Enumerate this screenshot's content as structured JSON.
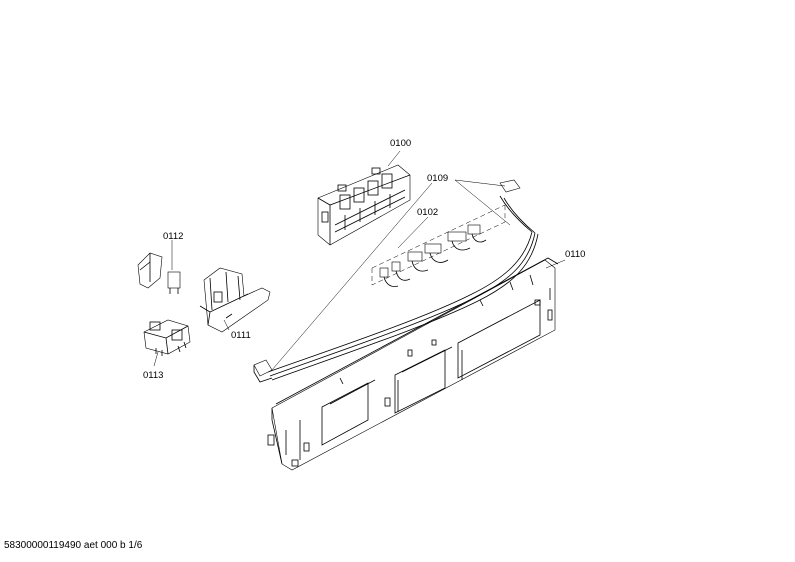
{
  "parts": [
    {
      "id": "board",
      "label": "0100"
    },
    {
      "id": "cable",
      "label": "0109"
    },
    {
      "id": "connectors",
      "label": "0102"
    },
    {
      "id": "panel",
      "label": "0110"
    },
    {
      "id": "cover",
      "label": "0112"
    },
    {
      "id": "housing",
      "label": "0111"
    },
    {
      "id": "switch",
      "label": "0113"
    }
  ],
  "footer": "58300000119490 aet 000 b 1/6"
}
